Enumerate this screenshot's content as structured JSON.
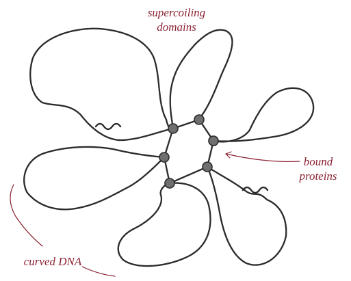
{
  "labels": {
    "supercoiling_line1": "supercoiling",
    "supercoiling_line2": "domains",
    "bound_line1": "bound",
    "bound_line2": "proteins",
    "curved": "curved DNA"
  },
  "colors": {
    "dna": "#2b2b2b",
    "protein_fill": "#6f6f6f",
    "protein_stroke": "#2a2a2a",
    "label": "#8b2232",
    "pointer": "#8b2232",
    "background": "#ffffff"
  },
  "protein_count": 6,
  "loop_count": 6
}
